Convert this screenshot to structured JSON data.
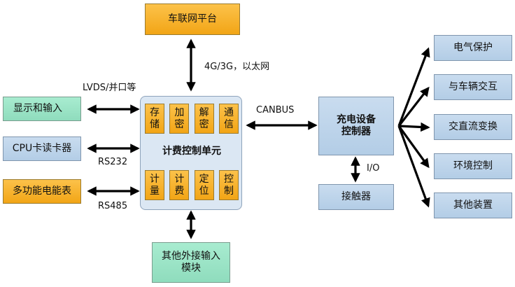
{
  "nodes": {
    "platform": "车联网平台",
    "display": "显示和输入",
    "card_reader": "CPU卡读卡器",
    "meter": "多功能电能表",
    "control_unit": "计费控制单元",
    "tiles_top": [
      "存\n储",
      "加\n密",
      "解\n密",
      "通\n信"
    ],
    "tiles_bottom": [
      "计\n量",
      "计\n费",
      "定\n位",
      "控\n制"
    ],
    "other_input": "其他外接输入\n模块",
    "charger_controller": "充电设备\n控制器",
    "contactor": "接触器",
    "outputs": [
      "电气保护",
      "与车辆交互",
      "交直流变换",
      "环境控制",
      "其他装置"
    ]
  },
  "edge_labels": {
    "network": "4G/3G，以太网",
    "lvds": "LVDS/并口等",
    "rs232": "RS232",
    "rs485": "RS485",
    "canbus": "CANBUS",
    "io": "I/O"
  },
  "colors": {
    "orange": "#f7b42c",
    "green": "#97e3c5",
    "blue": "#bdd3ea",
    "controller_bg": "#dbe7f3",
    "arrow": "#000000"
  }
}
